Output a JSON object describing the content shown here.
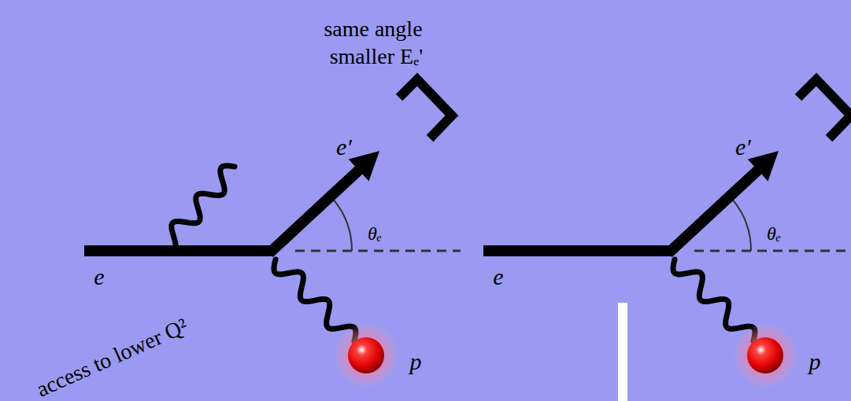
{
  "diagram": {
    "labels": [
      "same angle",
      "smaller Eₑ'",
      "e′",
      "θₑ",
      "e",
      "access to lower Q²",
      "p",
      "e′",
      "θₑ",
      "e",
      "p"
    ]
  }
}
